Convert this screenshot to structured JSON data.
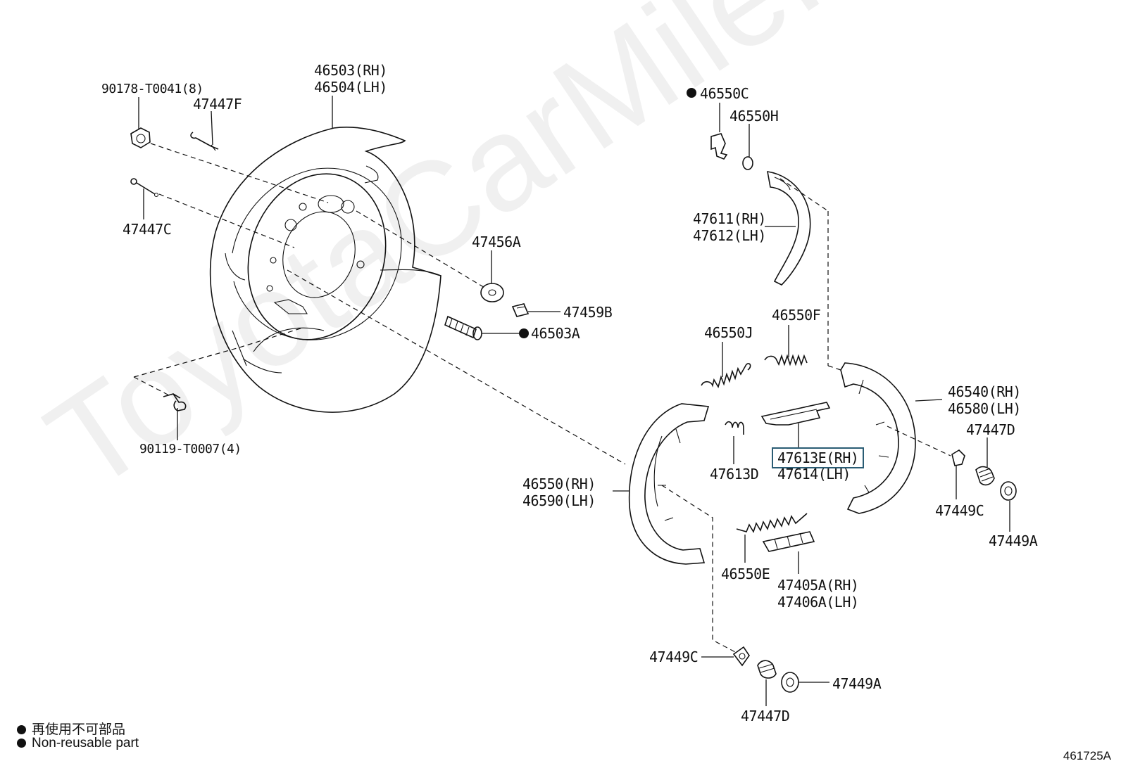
{
  "watermark": "ToyotaCarMile.ru",
  "figure_number": "461725A",
  "legend": {
    "nonreusable_jp": "再使用不可部品",
    "nonreusable_en": "Non-reusable part"
  },
  "labels": {
    "p46503": "46503(RH)",
    "p46504": "46504(LH)",
    "p90178": "90178-T0041(8)",
    "p47447F": "47447F",
    "p47447C": "47447C",
    "p47456A": "47456A",
    "p47459B": "47459B",
    "p46503A": "46503A",
    "p90119": "90119-T0007(4)",
    "p46550C": "46550C",
    "p46550H": "46550H",
    "p47611": "47611(RH)",
    "p47612": "47612(LH)",
    "p46550F": "46550F",
    "p46550J": "46550J",
    "p46540": "46540(RH)",
    "p46580": "46580(LH)",
    "p47447D_r": "47447D",
    "p47613E": "47613E(RH)",
    "p47614": "47614(LH)",
    "p47613D": "47613D",
    "p46550": "46550(RH)",
    "p46590": "46590(LH)",
    "p47449C_r": "47449C",
    "p47449A_r": "47449A",
    "p46550E": "46550E",
    "p47405A": "47405A(RH)",
    "p47406A": "47406A(LH)",
    "p47449C_b": "47449C",
    "p47449A_b": "47449A",
    "p47447D_b": "47447D"
  }
}
